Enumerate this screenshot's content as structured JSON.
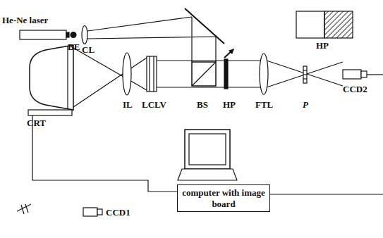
{
  "diagram": {
    "nodes": [
      {
        "text": [
          "computer with image board"
        ]
      }
    ],
    "labels": [
      "He-Ne laser",
      "BE",
      "CL",
      "HP",
      "CRT",
      "IL",
      "LCLV",
      "BS",
      "HP",
      "FTL",
      "P",
      "CCD2",
      "CCD1"
    ]
  }
}
